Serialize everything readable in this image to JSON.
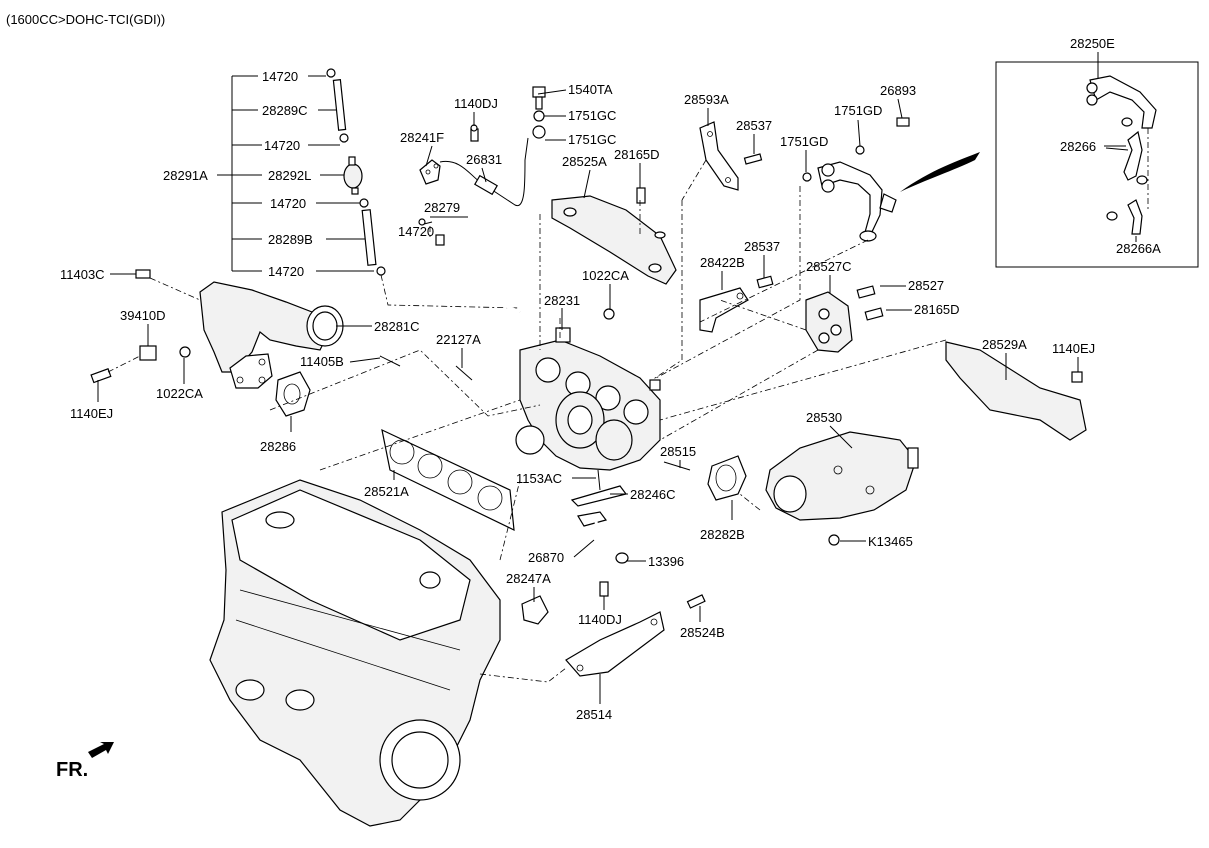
{
  "header": {
    "title": "(1600CC>DOHC-TCI(GDI))"
  },
  "footer": {
    "front_label": "FR."
  },
  "labels": {
    "p14720_a": "14720",
    "p28289C": "28289C",
    "p14720_b": "14720",
    "p28291A": "28291A",
    "p28292L": "28292L",
    "p14720_c": "14720",
    "p28289B": "28289B",
    "p14720_d": "14720",
    "p1140DJ_a": "1140DJ",
    "p28241F": "28241F",
    "p26831": "26831",
    "p1540TA": "1540TA",
    "p1751GC_a": "1751GC",
    "p1751GC_b": "1751GC",
    "p28593A": "28593A",
    "p28537_a": "28537",
    "p28525A": "28525A",
    "p28165D_a": "28165D",
    "p1751GD_a": "1751GD",
    "p1751GD_b": "1751GD",
    "p26893": "26893",
    "p28250E": "28250E",
    "p28266": "28266",
    "p28266A": "28266A",
    "p28279": "28279",
    "p14720_e": "14720",
    "p11403C": "11403C",
    "p39410D": "39410D",
    "p28281C": "28281C",
    "p1022CA_a": "1022CA",
    "p1022CA_b": "1022CA",
    "p1140EJ_a": "1140EJ",
    "p11405B": "11405B",
    "p22127A": "22127A",
    "p28286": "28286",
    "p28231": "28231",
    "p28422B": "28422B",
    "p28537_b": "28537",
    "p28527C": "28527C",
    "p28527": "28527",
    "p28165D_b": "28165D",
    "p28529A": "28529A",
    "p1140EJ_b": "1140EJ",
    "p28530": "28530",
    "p28515": "28515",
    "p1153AC": "1153AC",
    "p28246C": "28246C",
    "p28282B": "28282B",
    "p28521A": "28521A",
    "pK13465": "K13465",
    "p26870": "26870",
    "p13396": "13396",
    "p28247A": "28247A",
    "p1140DJ_b": "1140DJ",
    "p28524B": "28524B",
    "p28514": "28514"
  }
}
